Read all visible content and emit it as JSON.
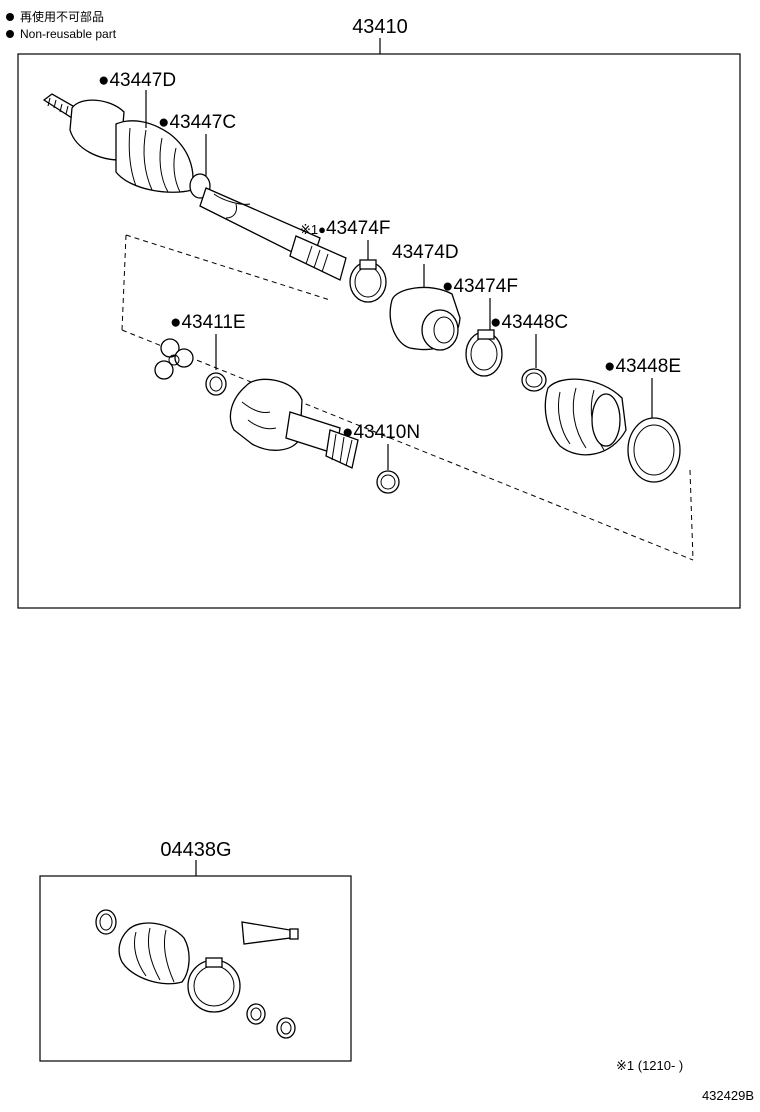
{
  "legend": {
    "line1": "再使用不可部品",
    "line2": "Non-reusable part"
  },
  "assembly_main": {
    "part_number": "43410",
    "callouts": [
      {
        "marker": "●",
        "label": "43447D"
      },
      {
        "marker": "●",
        "label": "43447C"
      },
      {
        "marker": "※1●",
        "label": "43474F"
      },
      {
        "marker": "",
        "label": "43474D"
      },
      {
        "marker": "●",
        "label": "43474F"
      },
      {
        "marker": "●",
        "label": "43448C"
      },
      {
        "marker": "●",
        "label": "43448E"
      },
      {
        "marker": "●",
        "label": "43411E"
      },
      {
        "marker": "●",
        "label": "43410N"
      }
    ]
  },
  "assembly_kit": {
    "part_number": "04438G"
  },
  "footnote": "※1 (1210-     )",
  "figure_id": "432429B"
}
